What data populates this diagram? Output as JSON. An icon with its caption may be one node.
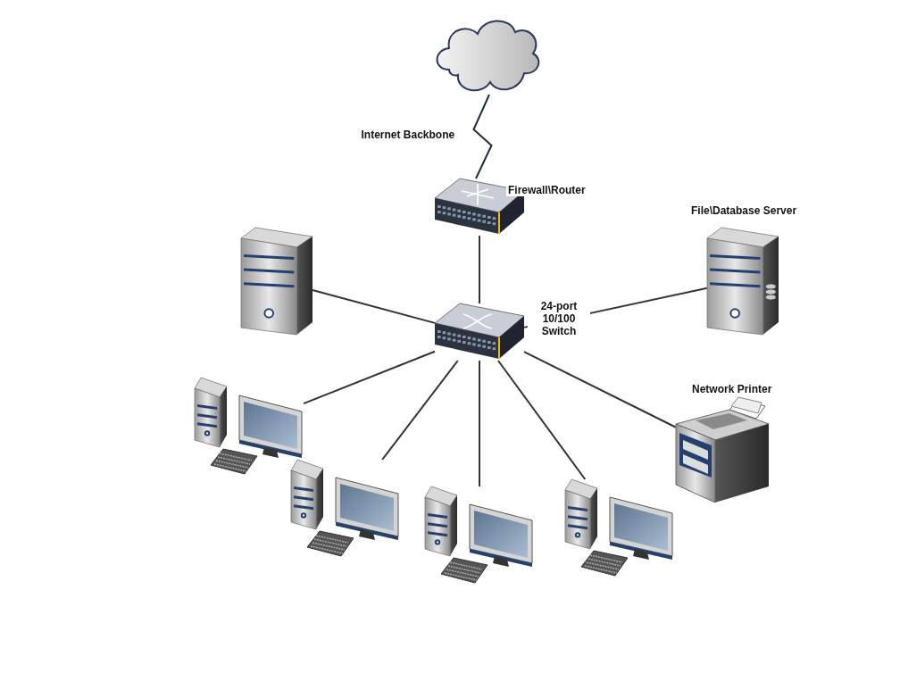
{
  "diagram": {
    "nodes": [
      {
        "text": [],
        "shape": "cloud"
      },
      {
        "text": [
          "Firewall\\Router"
        ]
      },
      {
        "text": [
          "24-port 10/100 Switch"
        ]
      },
      {
        "text": [],
        "shape": "picture"
      },
      {
        "text": [
          "File\\Database Server"
        ]
      },
      {
        "text": [
          "Network Printer"
        ]
      },
      {
        "text": [],
        "shape": "picture"
      },
      {
        "text": [],
        "shape": "picture"
      },
      {
        "text": [],
        "shape": "picture"
      },
      {
        "text": [],
        "shape": "picture"
      }
    ],
    "edges": [
      {
        "from": 0,
        "to": 1,
        "arrow": "none",
        "label": "Internet Backbone",
        "color": "#1f2a44"
      },
      {
        "from": 1,
        "to": 2,
        "arrow": "none"
      },
      {
        "from": 2,
        "to": 3,
        "arrow": "none"
      },
      {
        "from": 2,
        "to": 4,
        "arrow": "none"
      },
      {
        "from": 2,
        "to": 5,
        "arrow": "none"
      },
      {
        "from": 2,
        "to": 6,
        "arrow": "none"
      },
      {
        "from": 2,
        "to": 7,
        "arrow": "none"
      },
      {
        "from": 2,
        "to": 8,
        "arrow": "none"
      },
      {
        "from": 2,
        "to": 9,
        "arrow": "none"
      }
    ]
  }
}
